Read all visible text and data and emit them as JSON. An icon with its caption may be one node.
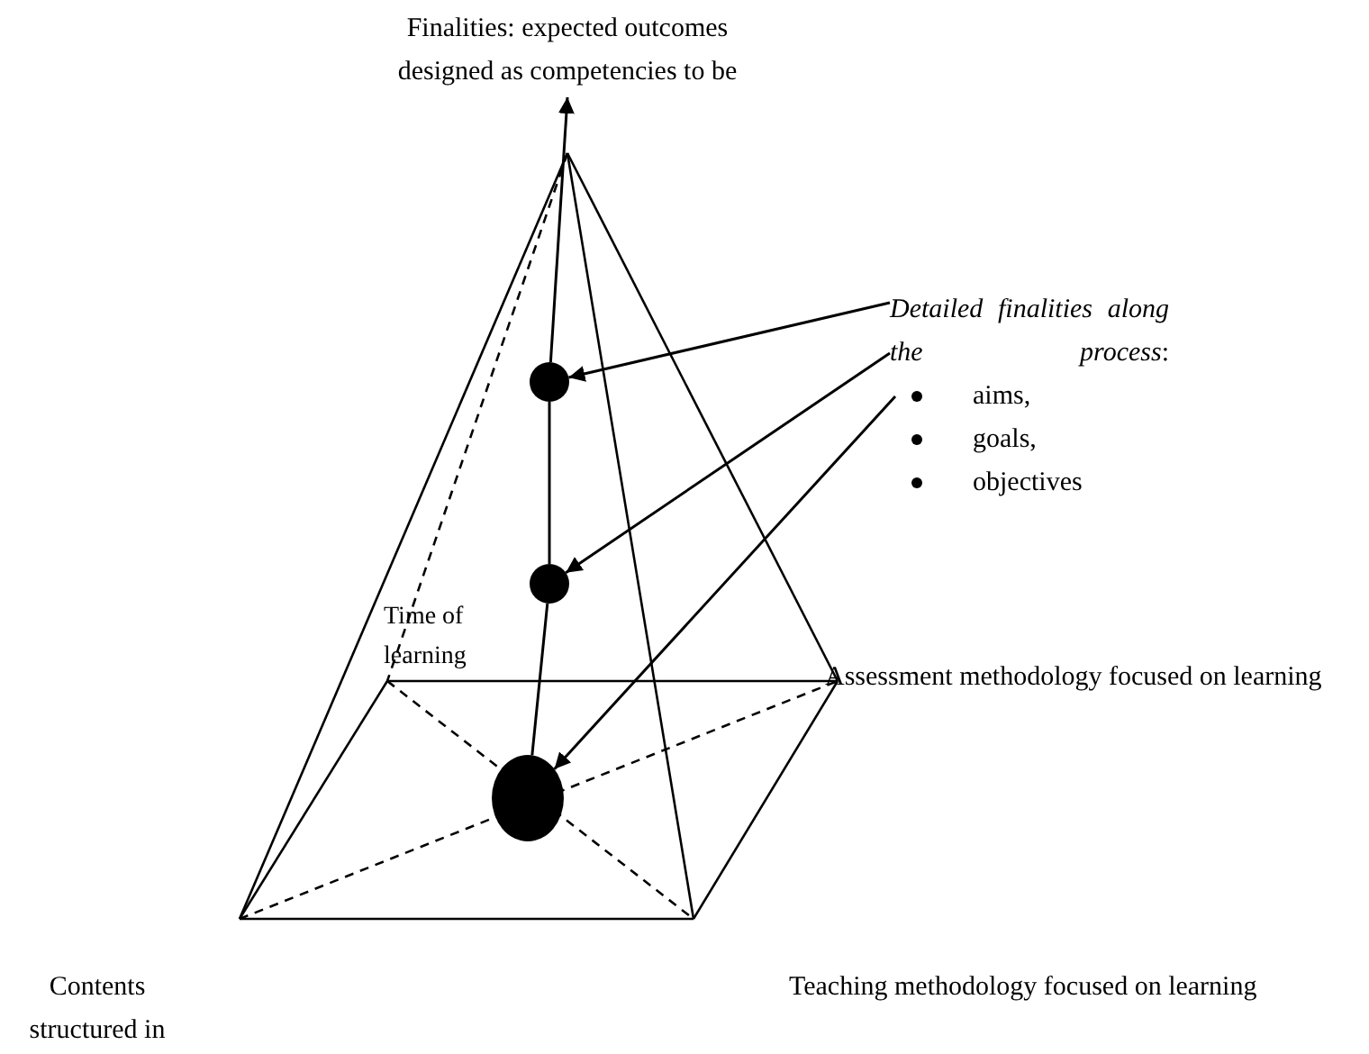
{
  "diagram": {
    "nodes": [
      {
        "text": [
          "Finalities: expected outcomes designed as competencies to be"
        ]
      },
      {
        "text": [
          "*Detailed finalities along the process*:",
          "aims,",
          "goals,",
          "objectives"
        ]
      },
      {
        "text": [],
        "shape": "circle"
      },
      {
        "text": [],
        "shape": "circle"
      },
      {
        "text": [],
        "shape": "circle"
      }
    ],
    "edges": [
      {
        "from": 4,
        "to": 3,
        "arrow": "none"
      },
      {
        "from": 3,
        "to": 2,
        "arrow": "none"
      },
      {
        "from": 2,
        "to": 0,
        "arrow": "to"
      },
      {
        "from": 1,
        "to": 2,
        "arrow": "to"
      },
      {
        "from": 1,
        "to": 3,
        "arrow": "to"
      },
      {
        "from": 1,
        "to": 4,
        "arrow": "to"
      }
    ],
    "labels": [
      "Time of learning",
      "Assessment methodology focused on learning",
      "Contents structured in",
      "Teaching methodology focused on learning"
    ]
  }
}
